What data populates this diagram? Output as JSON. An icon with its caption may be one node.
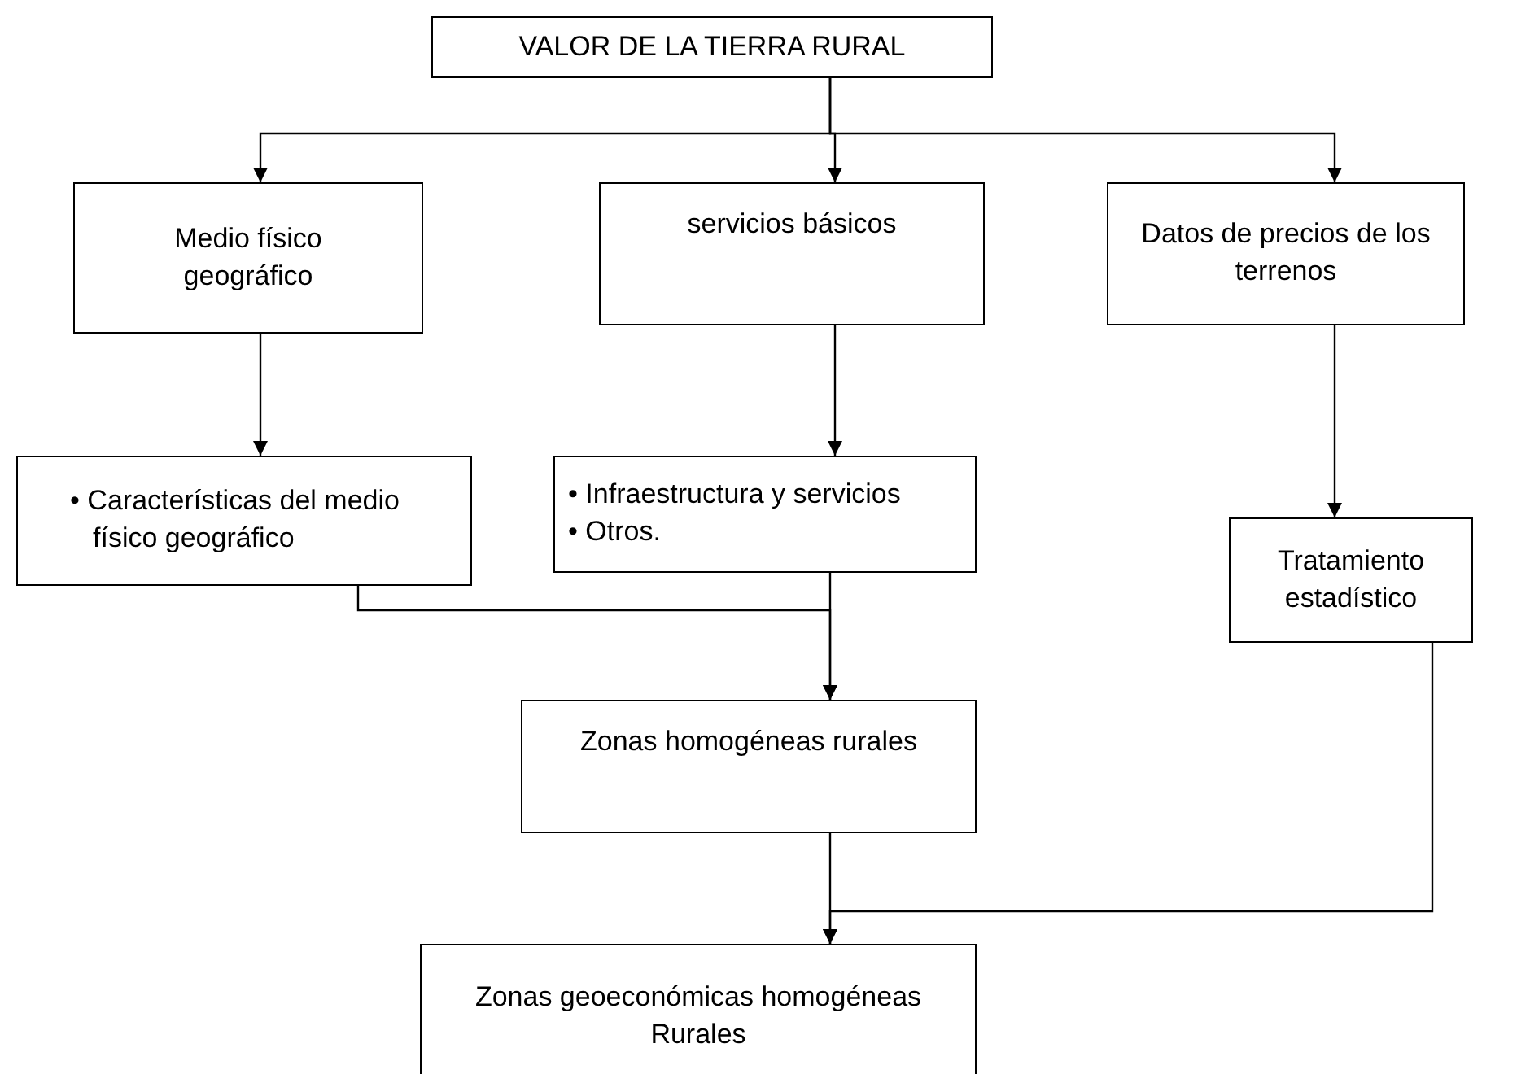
{
  "diagram": {
    "nodes": [
      {
        "text": [
          "VALOR DE LA TIERRA RURAL"
        ]
      },
      {
        "text": [
          "Medio físico geográfico"
        ]
      },
      {
        "text": [
          "servicios básicos"
        ]
      },
      {
        "text": [
          "Datos de precios de los terrenos"
        ]
      },
      {
        "text": [
          "• Características del medio físico geográfico"
        ]
      },
      {
        "text": [
          "• Infraestructura y servicios",
          "• Otros."
        ]
      },
      {
        "text": [
          "Tratamiento estadístico"
        ]
      },
      {
        "text": [
          "Zonas homogéneas rurales"
        ]
      },
      {
        "text": [
          "Zonas geoeconómicas homogéneas Rurales"
        ]
      }
    ],
    "edges": [
      {
        "from": 0,
        "to": 1,
        "arrow": "to"
      },
      {
        "from": 0,
        "to": 2,
        "arrow": "to"
      },
      {
        "from": 0,
        "to": 3,
        "arrow": "to"
      },
      {
        "from": 1,
        "to": 4,
        "arrow": "to"
      },
      {
        "from": 2,
        "to": 5,
        "arrow": "to"
      },
      {
        "from": 3,
        "to": 6,
        "arrow": "to"
      },
      {
        "from": 4,
        "to": 7,
        "arrow": "to"
      },
      {
        "from": 5,
        "to": 7,
        "arrow": "to"
      },
      {
        "from": 7,
        "to": 8,
        "arrow": "to"
      },
      {
        "from": 6,
        "to": 8,
        "arrow": "to"
      }
    ]
  }
}
